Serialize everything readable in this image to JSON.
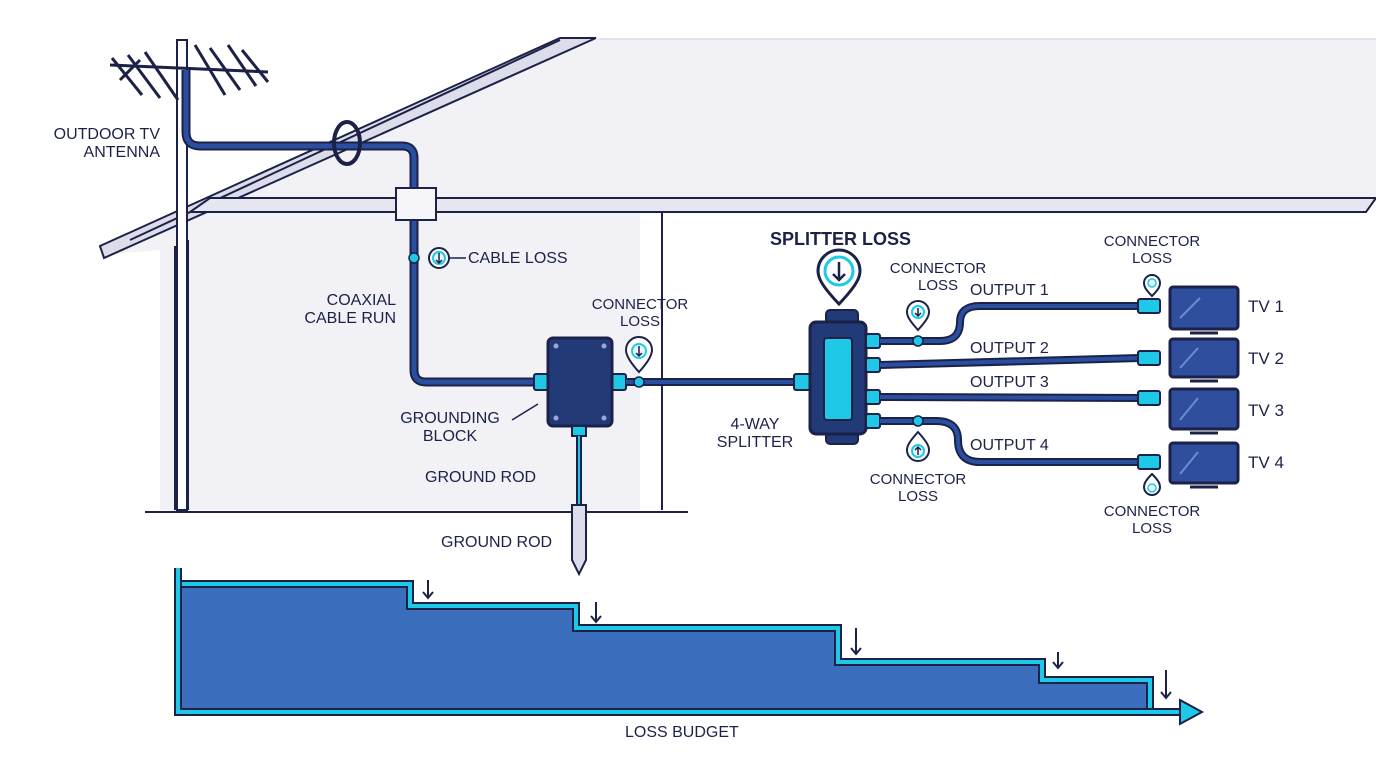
{
  "labels": {
    "antenna": [
      "OUTDOOR TV",
      "ANTENNA"
    ],
    "coax_run": [
      "COAXIAL",
      "CABLE RUN"
    ],
    "cable_loss": "CABLE LOSS",
    "grounding_block": [
      "GROUNDING",
      "BLOCK"
    ],
    "ground_rod_wire": "GROUND ROD",
    "ground_rod": "GROUND ROD",
    "connector_loss_block": [
      "CONNECTOR",
      "LOSS"
    ],
    "splitter_loss": "SPLITTER LOSS",
    "splitter": [
      "4-WAY",
      "SPLITTER"
    ],
    "connector_loss_out1": [
      "CONNECTOR",
      "LOSS"
    ],
    "connector_loss_out4": [
      "CONNECTOR",
      "LOSS"
    ],
    "connector_loss_tv1": [
      "CONNECTOR",
      "LOSS"
    ],
    "connector_loss_tv4": [
      "CONNECTOR",
      "LOSS"
    ],
    "outputs": [
      "OUTPUT 1",
      "OUTPUT 2",
      "OUTPUT 3",
      "OUTPUT 4"
    ],
    "tvs": [
      "TV 1",
      "TV 2",
      "TV 3",
      "TV 4"
    ],
    "loss_budget": "LOSS BUDGET"
  },
  "colors": {
    "outline": "#1c2148",
    "cable": "#243a80",
    "accent": "#1ec8e6",
    "fill_blue": "#3a6ebc",
    "house": "#f1f1f6",
    "tv_screen": "#2f4f9e"
  }
}
